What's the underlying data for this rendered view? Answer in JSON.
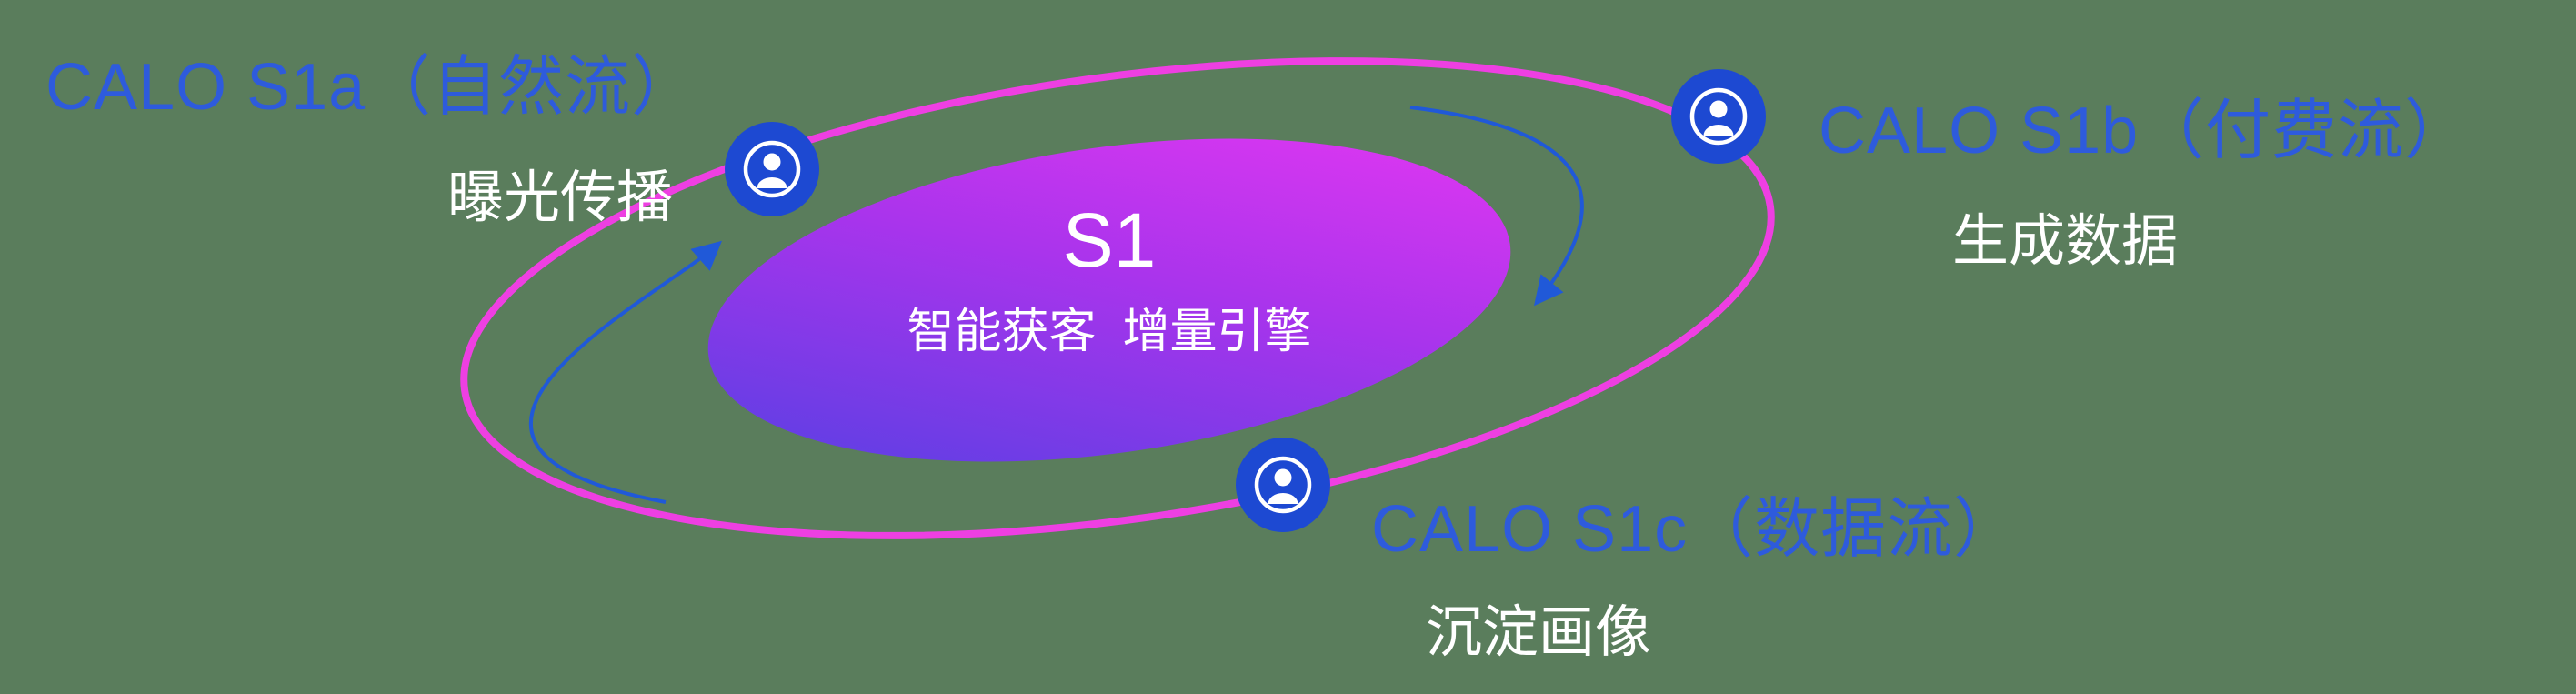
{
  "diagram": {
    "center": {
      "title": "S1",
      "subtitle": "智能获客  增量引擎"
    },
    "nodes": {
      "s1a": {
        "label": "CALO S1a（自然流）",
        "sublabel": "曝光传播",
        "icon": "user-circle-icon"
      },
      "s1b": {
        "label": "CALO S1b（付费流）",
        "sublabel": "生成数据",
        "icon": "user-circle-icon"
      },
      "s1c": {
        "label": "CALO S1c（数据流）",
        "sublabel": "沉淀画像",
        "icon": "user-circle-icon"
      }
    },
    "arrows": [
      "flow-arrow-left-up",
      "flow-arrow-right-down"
    ]
  },
  "colors": {
    "background": "#5a7d5c",
    "label_blue": "#2e5bdc",
    "icon_blue": "#1d49d2",
    "arrow_blue": "#2059d8",
    "orbit_pink": "#ee3fe2",
    "gradient_start": "#4f41e2",
    "gradient_mid": "#a934ec",
    "gradient_end": "#ea38f2",
    "text_white": "#ffffff"
  }
}
